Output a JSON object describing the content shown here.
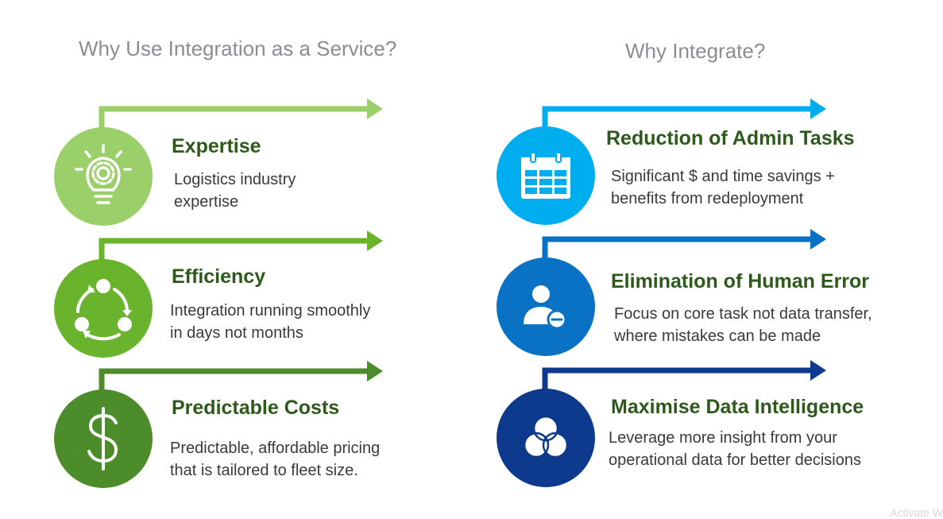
{
  "left_column": {
    "title": "Why Use Integration as a Service?",
    "items": [
      {
        "title": "Expertise",
        "desc_lines": [
          "Logistics industry",
          "expertise"
        ],
        "icon": "lightbulb-gear-icon",
        "color": "#9bcf6a"
      },
      {
        "title": "Efficiency",
        "desc_lines": [
          "Integration running smoothly",
          "in days not months"
        ],
        "icon": "cycle-arrows-icon",
        "color": "#6ab42d"
      },
      {
        "title": "Predictable Costs",
        "desc_lines": [
          "Predictable, affordable pricing",
          "that is tailored to fleet size."
        ],
        "icon": "dollar-icon",
        "color": "#4c8c2b"
      }
    ]
  },
  "right_column": {
    "title": "Why Integrate?",
    "items": [
      {
        "title": "Reduction of Admin Tasks",
        "desc_lines": [
          "Significant $ and time savings +",
          "benefits from redeployment"
        ],
        "icon": "calendar-icon",
        "color": "#00adef"
      },
      {
        "title": "Elimination of Human Error",
        "desc_lines": [
          "Focus on core task not data transfer,",
          "where mistakes can be made"
        ],
        "icon": "user-minus-icon",
        "color": "#0a72c4"
      },
      {
        "title": "Maximise Data Intelligence",
        "desc_lines": [
          "Leverage more insight from your",
          "operational data for better decisions"
        ],
        "icon": "venn-circles-icon",
        "color": "#0d3a8c"
      }
    ]
  },
  "watermark": "Activate W"
}
